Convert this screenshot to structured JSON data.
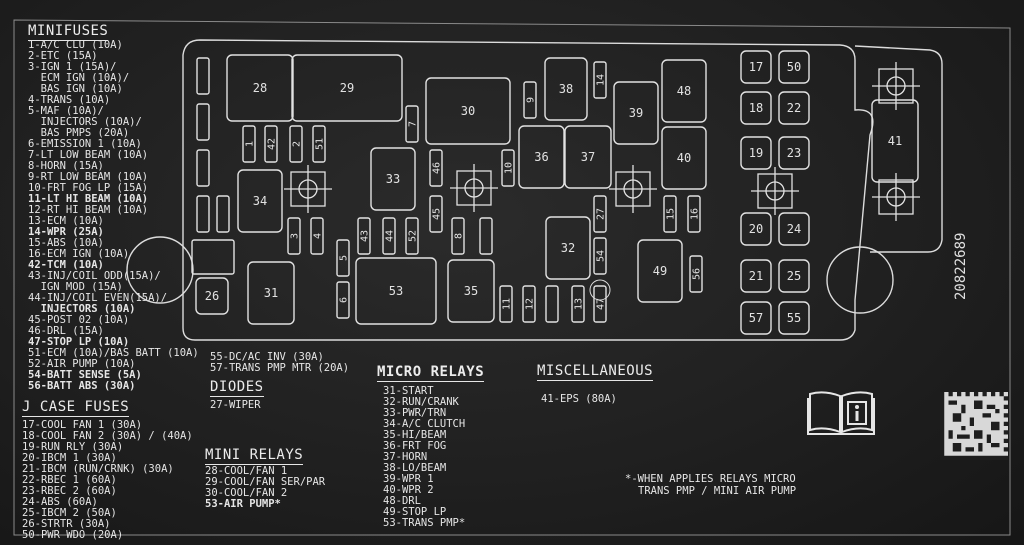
{
  "part_number": "20822689",
  "minifuses": {
    "title": "MINIFUSES",
    "lines": [
      {
        "t": "1-A/C CLU (10A)",
        "b": false
      },
      {
        "t": "2-ETC (15A)",
        "b": false
      },
      {
        "t": "3-IGN 1 (15A)/",
        "b": false
      },
      {
        "t": "  ECM IGN (10A)/",
        "b": false
      },
      {
        "t": "  BAS IGN (10A)",
        "b": false
      },
      {
        "t": "4-TRANS (10A)",
        "b": false
      },
      {
        "t": "5-MAF (10A)/",
        "b": false
      },
      {
        "t": "  INJECTORS (10A)/",
        "b": false
      },
      {
        "t": "  BAS PMPS (20A)",
        "b": false
      },
      {
        "t": "6-EMISSION 1 (10A)",
        "b": false
      },
      {
        "t": "7-LT LOW BEAM (10A)",
        "b": false
      },
      {
        "t": "8-HORN (15A)",
        "b": false
      },
      {
        "t": "9-RT LOW BEAM (10A)",
        "b": false
      },
      {
        "t": "10-FRT FOG LP (15A)",
        "b": false
      },
      {
        "t": "11-LT HI BEAM (10A)",
        "b": true
      },
      {
        "t": "12-RT HI BEAM (10A)",
        "b": false
      },
      {
        "t": "13-ECM (10A)",
        "b": false
      },
      {
        "t": "14-WPR (25A)",
        "b": true
      },
      {
        "t": "15-ABS (10A)",
        "b": false
      },
      {
        "t": "16-ECM IGN (10A)",
        "b": false
      },
      {
        "t": "42-TCM (10A)",
        "b": true
      },
      {
        "t": "43-INJ/COIL ODD(15A)/",
        "b": false
      },
      {
        "t": "  IGN MOD (15A)",
        "b": false
      },
      {
        "t": "44-INJ/COIL EVEN(15A)/",
        "b": false
      },
      {
        "t": "  INJECTORS (10A)",
        "b": true
      },
      {
        "t": "45-POST 02 (10A)",
        "b": false
      },
      {
        "t": "46-DRL (15A)",
        "b": false
      },
      {
        "t": "47-STOP LP (10A)",
        "b": true
      },
      {
        "t": "51-ECM (10A)/BAS BATT (10A)",
        "b": false
      },
      {
        "t": "52-AIR PUMP (10A)",
        "b": false
      },
      {
        "t": "54-BATT SENSE (5A)",
        "b": true
      },
      {
        "t": "56-BATT ABS (30A)",
        "b": true
      }
    ]
  },
  "extra_fuses": [
    "55-DC/AC INV (30A)",
    "57-TRANS PMP MTR (20A)"
  ],
  "diodes": {
    "title": "DIODES",
    "lines": [
      "27-WIPER"
    ]
  },
  "jcase": {
    "title": "J CASE FUSES",
    "lines": [
      "17-COOL FAN 1 (30A)",
      "18-COOL FAN 2 (30A) / (40A)",
      "19-RUN RLY (30A)",
      "20-IBCM 1 (30A)",
      "21-IBCM (RUN/CRNK) (30A)",
      "22-RBEC 1 (60A)",
      "23-RBEC 2 (60A)",
      "24-ABS (60A)",
      "25-IBCM 2 (50A)",
      "26-STRTR (30A)",
      "50-PWR WDO (20A)"
    ]
  },
  "mini_relays": {
    "title": "MINI RELAYS",
    "lines": [
      {
        "t": "28-COOL/FAN 1",
        "b": false
      },
      {
        "t": "29-COOL/FAN SER/PAR",
        "b": false
      },
      {
        "t": "30-COOL/FAN 2",
        "b": false
      },
      {
        "t": "53-AIR PUMP*",
        "b": true
      }
    ]
  },
  "micro_relays": {
    "title": "MICRO RELAYS",
    "lines": [
      "31-START",
      "32-RUN/CRANK",
      "33-PWR/TRN",
      "34-A/C CLUTCH",
      "35-HI/BEAM",
      "36-FRT FOG",
      "37-HORN",
      "38-LO/BEAM",
      "39-WPR 1",
      "40-WPR 2",
      "48-DRL",
      "49-STOP LP",
      "53-TRANS PMP*"
    ]
  },
  "misc": {
    "title": "MISCELLANEOUS",
    "lines": [
      "41-EPS (80A)"
    ]
  },
  "note": {
    "lines": [
      "*-WHEN APPLIES RELAYS MICRO",
      "TRANS PMP / MINI AIR PUMP"
    ]
  },
  "box_labels": {
    "r28": "28",
    "r29": "29",
    "r30": "30",
    "r31": "31",
    "r32": "32",
    "r33": "33",
    "r34": "34",
    "r35": "35",
    "r36": "36",
    "r37": "37",
    "r38": "38",
    "r39": "39",
    "r40": "40",
    "r41": "41",
    "r48": "48",
    "r49": "49",
    "r53": "53",
    "r26": "26",
    "j17": "17",
    "j50": "50",
    "j18": "18",
    "j22": "22",
    "j19": "19",
    "j23": "23",
    "j20": "20",
    "j24": "24",
    "j21": "21",
    "j25": "25",
    "j57": "57",
    "j55": "55",
    "f1": "1",
    "f42": "42",
    "f2": "2",
    "f51": "51",
    "f3": "3",
    "f4": "4",
    "f7": "7",
    "f9": "9",
    "f14": "14",
    "f46": "46",
    "f45": "45",
    "f10": "10",
    "f43": "43",
    "f44": "44",
    "f52": "52",
    "f8": "8",
    "f5": "5",
    "f6": "6",
    "f11": "11",
    "f12": "12",
    "f13": "13",
    "f27": "27",
    "f54": "54",
    "f47": "47",
    "f15": "15",
    "f16": "16",
    "f56": "56"
  }
}
